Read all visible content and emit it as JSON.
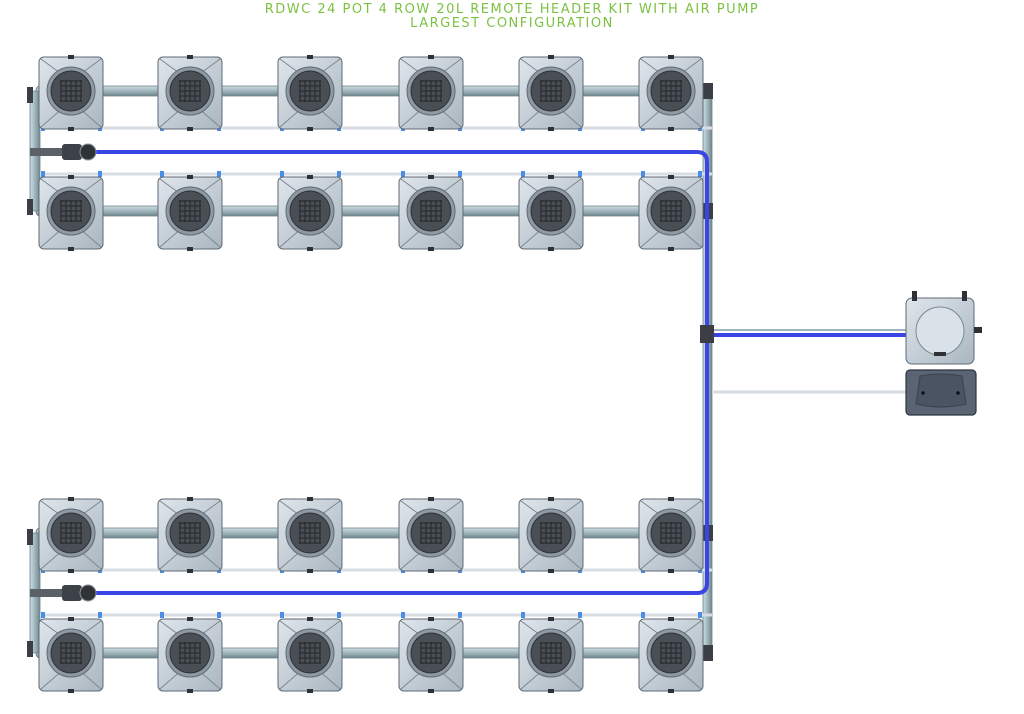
{
  "title": {
    "line1": "RDWC 24 POT 4 ROW 20L REMOTE HEADER KIT WITH AIR PUMP",
    "line2": "LARGEST CONFIGURATION"
  },
  "layout": {
    "rows": 4,
    "pots_per_row": 6,
    "total_pots": 24
  },
  "colors": {
    "title": "#7cc242",
    "water_line": "#3a45e6",
    "pipe": "#a9bec4",
    "pot_body": "#c9d3db",
    "pot_lid": "#4a4f56",
    "air_line": "#d7dde3"
  }
}
